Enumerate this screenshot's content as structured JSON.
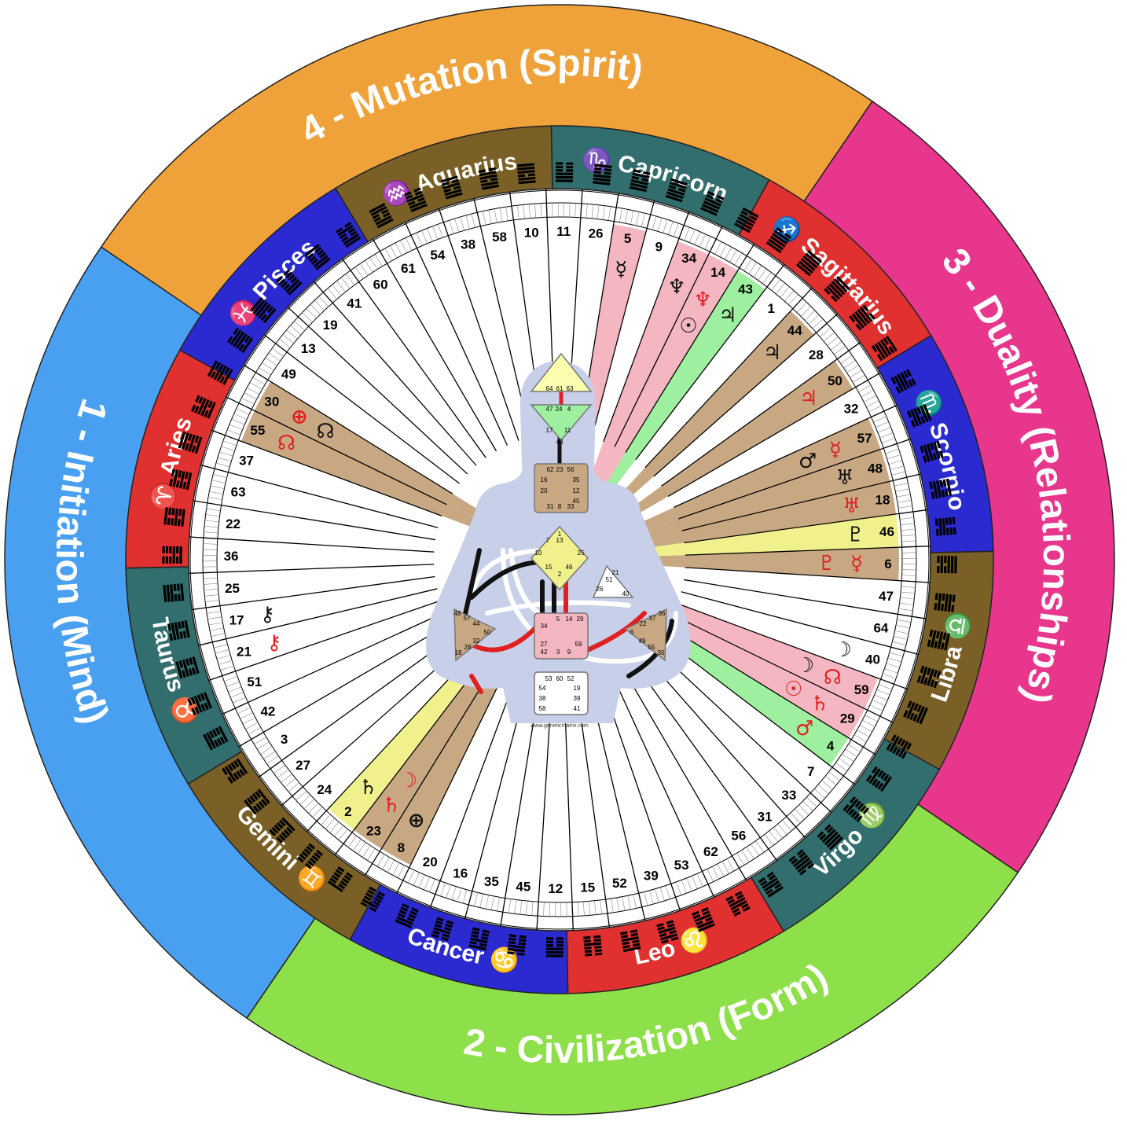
{
  "colors": {
    "quarter_mind": "#4aa0f0",
    "quarter_form": "#8ee04a",
    "quarter_relationships": "#e8368c",
    "quarter_spirit": "#f0a23a",
    "sign_blue": "#2a2ad0",
    "sign_teal": "#336e6e",
    "sign_brown": "#7a6026",
    "sign_red": "#e03030",
    "highlight_pink": "#f4b6c0",
    "highlight_tan": "#c7a883",
    "highlight_green": "#9ef0a0",
    "highlight_yellow": "#f0f08c",
    "body_silhouette": "#c8cfe8",
    "planet_red": "#e02020",
    "planet_black": "#111111"
  },
  "quarters": [
    {
      "label": "1 - Initiation (Mind)",
      "color_key": "quarter_mind"
    },
    {
      "label": "2 - Civilization (Form)",
      "color_key": "quarter_form"
    },
    {
      "label": "3 - Duality (Relationships)",
      "color_key": "quarter_relationships"
    },
    {
      "label": "4 - Mutation (Spirit)",
      "color_key": "quarter_spirit"
    }
  ],
  "signs": [
    {
      "label": "Capricorn",
      "glyph": "♑",
      "color_key": "sign_teal"
    },
    {
      "label": "Sagittarius",
      "glyph": "♐",
      "color_key": "sign_red"
    },
    {
      "label": "Scorpio",
      "glyph": "♏",
      "color_key": "sign_blue"
    },
    {
      "label": "Libra",
      "glyph": "♎",
      "color_key": "sign_brown"
    },
    {
      "label": "Virgo",
      "glyph": "♍",
      "color_key": "sign_teal"
    },
    {
      "label": "Leo",
      "glyph": "♌",
      "color_key": "sign_red"
    },
    {
      "label": "Cancer",
      "glyph": "♋",
      "color_key": "sign_blue"
    },
    {
      "label": "Gemini",
      "glyph": "♊",
      "color_key": "sign_brown"
    },
    {
      "label": "Taurus",
      "glyph": "♉",
      "color_key": "sign_teal"
    },
    {
      "label": "Aries",
      "glyph": "♈",
      "color_key": "sign_red"
    },
    {
      "label": "Pisces",
      "glyph": "♓",
      "color_key": "sign_blue"
    },
    {
      "label": "Aquarius",
      "glyph": "♒",
      "color_key": "sign_brown"
    }
  ],
  "gates": [
    "11",
    "26",
    "5",
    "9",
    "34",
    "14",
    "43",
    "1",
    "44",
    "28",
    "50",
    "32",
    "57",
    "48",
    "18",
    "46",
    "6",
    "47",
    "64",
    "40",
    "59",
    "29",
    "4",
    "7",
    "33",
    "31",
    "56",
    "62",
    "53",
    "39",
    "52",
    "15",
    "12",
    "45",
    "35",
    "16",
    "20",
    "8",
    "23",
    "2",
    "24",
    "27",
    "3",
    "42",
    "51",
    "21",
    "17",
    "25",
    "36",
    "22",
    "63",
    "37",
    "55",
    "30",
    "49",
    "13",
    "19",
    "41",
    "60",
    "61",
    "54",
    "38",
    "58",
    "10"
  ],
  "highlights": [
    {
      "gate": "5",
      "color_key": "highlight_pink"
    },
    {
      "gate": "34",
      "color_key": "highlight_pink"
    },
    {
      "gate": "14",
      "color_key": "highlight_pink"
    },
    {
      "gate": "43",
      "color_key": "highlight_green"
    },
    {
      "gate": "44",
      "color_key": "highlight_tan"
    },
    {
      "gate": "50",
      "color_key": "highlight_tan"
    },
    {
      "gate": "57",
      "color_key": "highlight_tan"
    },
    {
      "gate": "48",
      "color_key": "highlight_tan"
    },
    {
      "gate": "18",
      "color_key": "highlight_tan"
    },
    {
      "gate": "46",
      "color_key": "highlight_yellow"
    },
    {
      "gate": "6",
      "color_key": "highlight_tan"
    },
    {
      "gate": "59",
      "color_key": "highlight_pink"
    },
    {
      "gate": "29",
      "color_key": "highlight_pink"
    },
    {
      "gate": "4",
      "color_key": "highlight_green"
    },
    {
      "gate": "8",
      "color_key": "highlight_tan"
    },
    {
      "gate": "23",
      "color_key": "highlight_tan"
    },
    {
      "gate": "2",
      "color_key": "highlight_yellow"
    },
    {
      "gate": "55",
      "color_key": "highlight_tan"
    },
    {
      "gate": "30",
      "color_key": "highlight_tan"
    }
  ],
  "planets": [
    {
      "gate": "5",
      "symbol": "☿",
      "color_key": "planet_black"
    },
    {
      "gate": "34",
      "symbol": "♆",
      "color_key": "planet_black"
    },
    {
      "gate": "14",
      "symbol": "♆",
      "color_key": "planet_red"
    },
    {
      "gate": "14",
      "symbol": "☉",
      "color_key": "planet_black"
    },
    {
      "gate": "43",
      "symbol": "♃",
      "color_key": "planet_black"
    },
    {
      "gate": "44",
      "symbol": "♃",
      "color_key": "planet_black"
    },
    {
      "gate": "50",
      "symbol": "♃",
      "color_key": "planet_red"
    },
    {
      "gate": "57",
      "symbol": "☿",
      "color_key": "planet_red"
    },
    {
      "gate": "57",
      "symbol": "♂",
      "color_key": "planet_black"
    },
    {
      "gate": "48",
      "symbol": "♅",
      "color_key": "planet_black"
    },
    {
      "gate": "18",
      "symbol": "♅",
      "color_key": "planet_red"
    },
    {
      "gate": "46",
      "symbol": "♇",
      "color_key": "planet_black"
    },
    {
      "gate": "6",
      "symbol": "☿",
      "color_key": "planet_red"
    },
    {
      "gate": "6",
      "symbol": "♇",
      "color_key": "planet_red"
    },
    {
      "gate": "40",
      "symbol": "☽",
      "color_key": "planet_black"
    },
    {
      "gate": "59",
      "symbol": "☊",
      "color_key": "planet_red"
    },
    {
      "gate": "59",
      "symbol": "☽",
      "color_key": "planet_black"
    },
    {
      "gate": "29",
      "symbol": "♄",
      "color_key": "planet_red"
    },
    {
      "gate": "29",
      "symbol": "☉",
      "color_key": "planet_red"
    },
    {
      "gate": "4",
      "symbol": "♂",
      "color_key": "planet_red"
    },
    {
      "gate": "2",
      "symbol": "♄",
      "color_key": "planet_black"
    },
    {
      "gate": "23",
      "symbol": "♄",
      "color_key": "planet_red"
    },
    {
      "gate": "23",
      "symbol": "☽",
      "color_key": "planet_red"
    },
    {
      "gate": "8",
      "symbol": "⊕",
      "color_key": "planet_black"
    },
    {
      "gate": "17",
      "symbol": "⚷",
      "color_key": "planet_black"
    },
    {
      "gate": "21",
      "symbol": "⚷",
      "color_key": "planet_red"
    },
    {
      "gate": "30",
      "symbol": "⊕",
      "color_key": "planet_red"
    },
    {
      "gate": "30",
      "symbol": "☊",
      "color_key": "planet_black"
    },
    {
      "gate": "55",
      "symbol": "☊",
      "color_key": "planet_red"
    }
  ],
  "bodygraph": {
    "head_gates": [
      "64",
      "61",
      "63"
    ],
    "ajna_gates": [
      "47",
      "24",
      "4",
      "17",
      "11",
      "43"
    ],
    "throat_gates": [
      "62",
      "23",
      "56",
      "16",
      "35",
      "20",
      "12",
      "45",
      "31",
      "8",
      "33"
    ],
    "g_gates": [
      "1",
      "7",
      "13",
      "10",
      "25",
      "15",
      "46",
      "2"
    ],
    "ego_gates": [
      "21",
      "51",
      "26",
      "40"
    ],
    "spleen_gates": [
      "48",
      "57",
      "44",
      "50",
      "32",
      "28",
      "18"
    ],
    "sacral_gates": [
      "34",
      "5",
      "14",
      "29",
      "27",
      "59",
      "42",
      "3",
      "9"
    ],
    "solar_plexus_gates": [
      "36",
      "37",
      "22",
      "6",
      "49",
      "55",
      "30"
    ],
    "root_gates": [
      "53",
      "60",
      "52",
      "54",
      "19",
      "38",
      "39",
      "58",
      "41"
    ],
    "url": "www.geneticmatrix.com"
  }
}
